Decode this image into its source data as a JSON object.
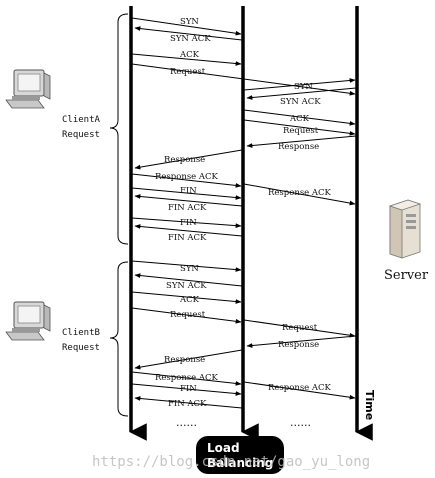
{
  "actors": {
    "client_a_label_line1": "ClientA",
    "client_a_label_line2": "Request",
    "client_b_label_line1": "ClientB",
    "client_b_label_line2": "Request",
    "server_label": "Server",
    "time_label": "Time",
    "dots": "......",
    "load_balancer_line1": "Load",
    "load_balancer_line2": "Balancing"
  },
  "messages": [
    {
      "label": "SYN",
      "from": 0,
      "to": 1
    },
    {
      "label": "SYN ACK",
      "from": 1,
      "to": 0
    },
    {
      "label": "ACK",
      "from": 0,
      "to": 1
    },
    {
      "label": "Request",
      "from": 0,
      "to": 2
    },
    {
      "label": "SYN",
      "from": 1,
      "to": 2
    },
    {
      "label": "SYN ACK",
      "from": 2,
      "to": 1
    },
    {
      "label": "ACK",
      "from": 1,
      "to": 2
    },
    {
      "label": "Request",
      "from": 1,
      "to": 2
    },
    {
      "label": "Response",
      "from": 2,
      "to": 1
    },
    {
      "label": "Response",
      "from": 1,
      "to": 0
    },
    {
      "label": "Response ACK",
      "from": 0,
      "to": 1
    },
    {
      "label": "Response ACK",
      "from": 1,
      "to": 2
    },
    {
      "label": "FIN",
      "from": 0,
      "to": 1
    },
    {
      "label": "FIN ACK",
      "from": 1,
      "to": 0
    },
    {
      "label": "FIN",
      "from": 0,
      "to": 1
    },
    {
      "label": "FIN ACK",
      "from": 1,
      "to": 0
    },
    {
      "label": "SYN",
      "from": 0,
      "to": 1
    },
    {
      "label": "SYN ACK",
      "from": 1,
      "to": 0
    },
    {
      "label": "ACK",
      "from": 0,
      "to": 1
    },
    {
      "label": "Request",
      "from": 0,
      "to": 1
    },
    {
      "label": "Request",
      "from": 1,
      "to": 2
    },
    {
      "label": "Response",
      "from": 2,
      "to": 1
    },
    {
      "label": "Response",
      "from": 1,
      "to": 0
    },
    {
      "label": "Response ACK",
      "from": 0,
      "to": 1
    },
    {
      "label": "Response ACK",
      "from": 1,
      "to": 2
    },
    {
      "label": "FIN",
      "from": 0,
      "to": 1
    },
    {
      "label": "FIN ACK",
      "from": 1,
      "to": 0
    }
  ],
  "watermark": "https://blog.csdn.net/gao_yu_long",
  "icons": [
    "client-computer-icon",
    "server-tower-icon"
  ]
}
